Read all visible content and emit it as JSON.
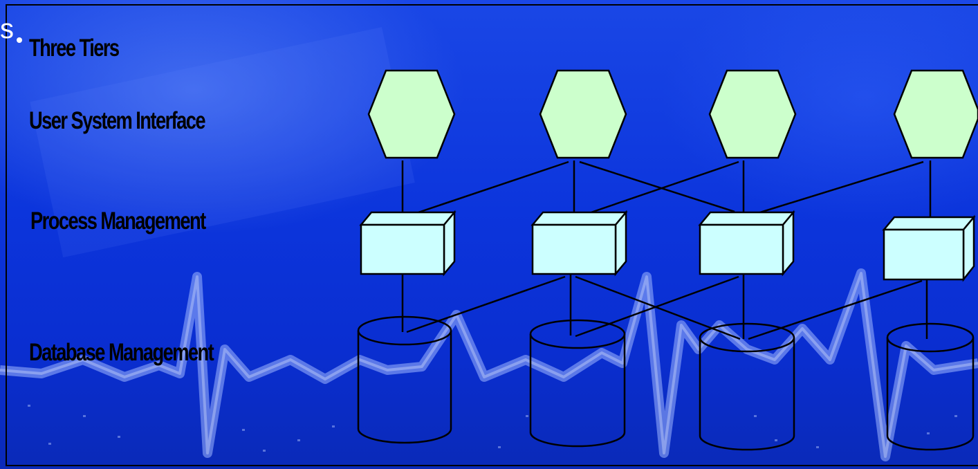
{
  "slide": {
    "title": "Three Tiers",
    "clipped_glyph": "s"
  },
  "tiers": [
    {
      "label": "User System Interface"
    },
    {
      "label": "Process Management"
    },
    {
      "label": "Database Management"
    }
  ],
  "colors": {
    "background": "#0c35dc",
    "hexagon_fill": "#ccffcc",
    "box_fill": "#ccffff",
    "cylinder_stroke": "#000000",
    "text": "#000000"
  }
}
